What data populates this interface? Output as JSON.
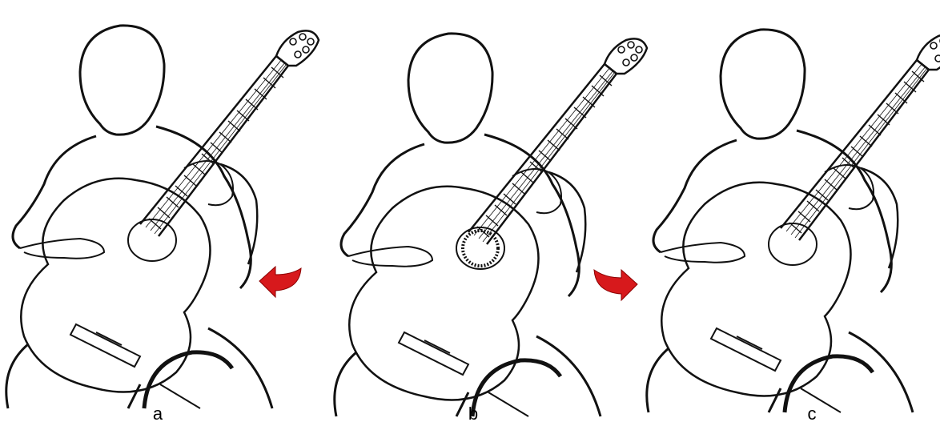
{
  "panels": [
    {
      "id": "a",
      "label": "a"
    },
    {
      "id": "b",
      "label": "b"
    },
    {
      "id": "c",
      "label": "c"
    }
  ],
  "colors": {
    "outline": "#111111",
    "arrow": "#d7191c",
    "background": "#ffffff"
  },
  "icons": {
    "left_arrow": "curved-arrow-left-icon",
    "right_arrow": "curved-arrow-right-icon"
  }
}
